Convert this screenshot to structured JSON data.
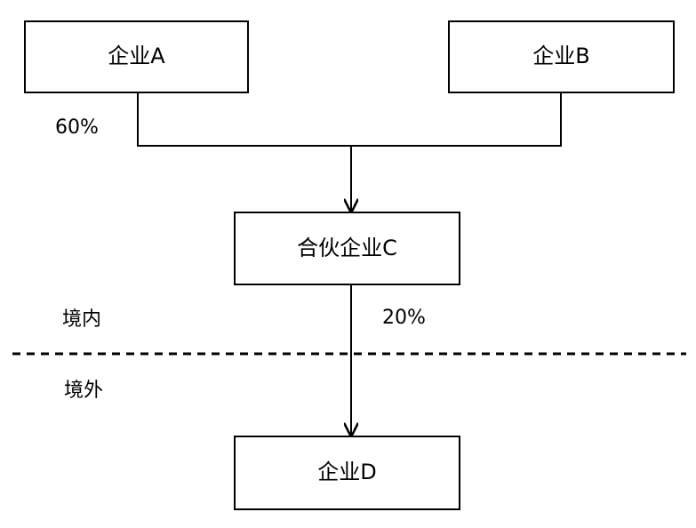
{
  "diagram": {
    "nodes": {
      "a": "企业A",
      "b": "企业B",
      "c": "合伙企业C",
      "d": "企业D"
    },
    "edge_labels": {
      "a_to_c": "60%",
      "c_to_d": "20%"
    },
    "zones": {
      "domestic": "境内",
      "overseas": "境外"
    }
  }
}
